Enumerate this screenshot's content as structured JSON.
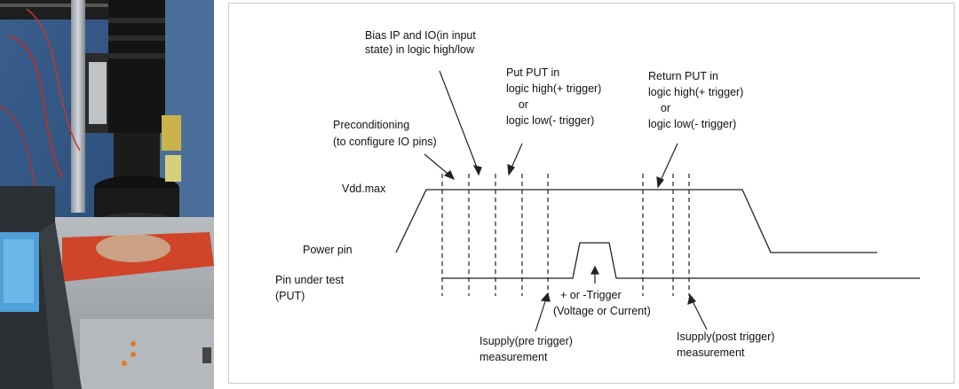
{
  "photo": {
    "description_icon": "test-equipment-photo"
  },
  "diagram": {
    "labels": {
      "bias": [
        "Bias IP and IO(in input",
        "state) in logic high/low"
      ],
      "preconditioning": [
        "Preconditioning",
        "(to configure IO pins)"
      ],
      "put_pre": [
        "Put PUT in",
        "logic high(+ trigger)",
        "    or",
        "logic low(- trigger)"
      ],
      "return_put": [
        "Return PUT in",
        "logic high(+ trigger)",
        "    or",
        "logic low(- trigger)"
      ],
      "vdd": "Vdd.max",
      "power_pin": "Power pin",
      "pin_under_test": [
        "Pin under test",
        "(PUT)"
      ],
      "trigger": [
        "+ or -Trigger",
        "(Voltage or Current)"
      ],
      "isupply_pre": [
        "Isupply(pre trigger)",
        "measurement"
      ],
      "isupply_post": [
        "Isupply(post trigger)",
        "measurement"
      ]
    }
  }
}
